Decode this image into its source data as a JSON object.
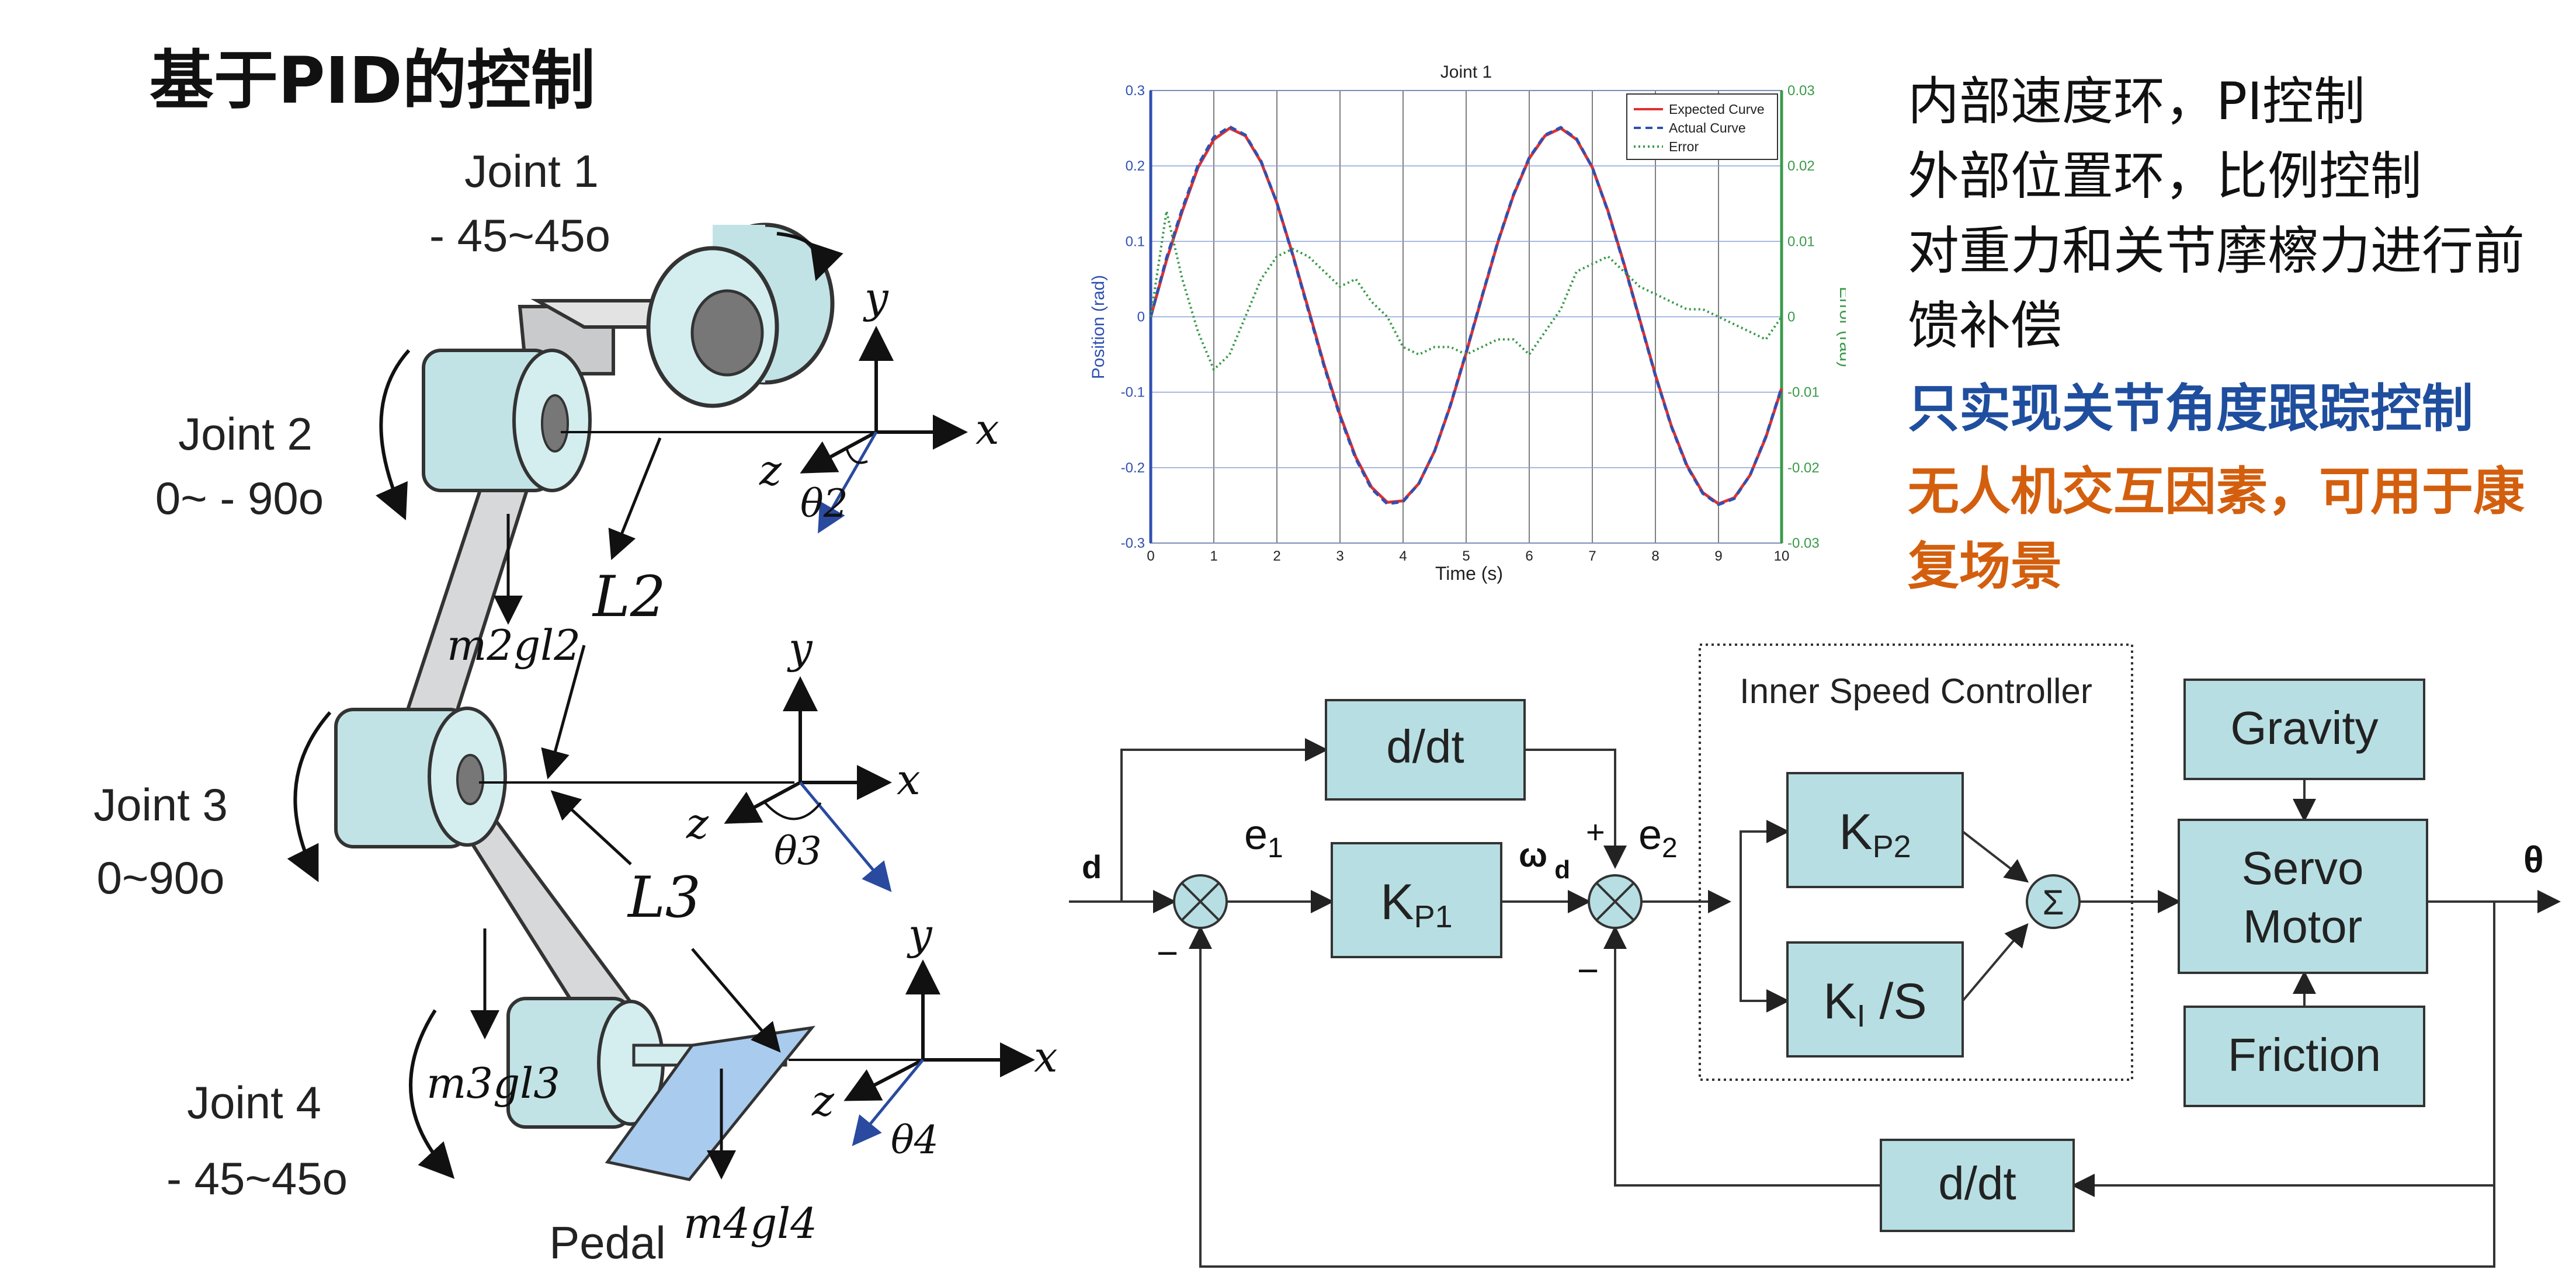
{
  "title": "基于PID的控制",
  "bullets": [
    {
      "text": "内部速度环，PI控制",
      "style": "normal"
    },
    {
      "text": "外部位置环，比例控制",
      "style": "normal"
    },
    {
      "text": "对重力和关节摩檫力进行前馈补偿",
      "style": "normal"
    },
    {
      "text": "只实现关节角度跟踪控制",
      "style": "blue"
    },
    {
      "text": "无人机交互因素，可用于康复场景",
      "style": "orange"
    }
  ],
  "robot": {
    "joint1": {
      "name": "Joint 1",
      "range": "- 45~45o"
    },
    "joint2": {
      "name": "Joint 2",
      "range": "0~ - 90o"
    },
    "joint3": {
      "name": "Joint 3",
      "range": "0~90o"
    },
    "joint4": {
      "name": "Joint 4",
      "range": "- 45~45o"
    },
    "pedal": "Pedal",
    "labels": {
      "L2": "L2",
      "L3": "L3",
      "m2gl2": "m2gl2",
      "m3gl3": "m3gl3",
      "m4gl4": "m4gl4",
      "theta2": "θ2",
      "theta3": "θ3",
      "theta4": "θ4",
      "x": "x",
      "y": "y",
      "z": "z"
    }
  },
  "block_diagram": {
    "input": "d",
    "output": "θ",
    "e1": "e1",
    "e2": "e2",
    "omega_d": "ω d",
    "plus": "+",
    "minus": "−",
    "inner_title": "Inner Speed Controller",
    "blocks": {
      "ddt_top": "d/dt",
      "kp1": "KP1",
      "kp2": "KP2",
      "ki": "KI /S",
      "sum": "Σ",
      "gravity": "Gravity",
      "servo": "Servo Motor",
      "friction": "Friction",
      "ddt_bottom": "d/dt"
    },
    "colors": {
      "block_fill": "#b7dfe3",
      "block_stroke": "#333333"
    }
  },
  "chart_data": {
    "type": "line",
    "title": "Joint 1",
    "xlabel": "Time (s)",
    "ylabel": "Position (rad)",
    "y2label": "Error (rad)",
    "xlim": [
      0,
      10
    ],
    "ylim": [
      -0.3,
      0.3
    ],
    "y2lim": [
      -0.03,
      0.03
    ],
    "xticks": [
      0,
      1,
      2,
      3,
      4,
      5,
      6,
      7,
      8,
      9,
      10
    ],
    "yticks": [
      0.3,
      0.2,
      0.1,
      0,
      -0.1,
      -0.2,
      -0.3
    ],
    "y2ticks": [
      0.03,
      0.02,
      0.01,
      0,
      -0.01,
      -0.02,
      -0.03
    ],
    "legend_position": "top-right",
    "grid": true,
    "x": [
      0,
      0.25,
      0.5,
      0.75,
      1,
      1.25,
      1.5,
      1.75,
      2,
      2.25,
      2.5,
      2.75,
      3,
      3.25,
      3.5,
      3.75,
      4,
      4.25,
      4.5,
      4.75,
      5,
      5.25,
      5.5,
      5.75,
      6,
      6.25,
      6.5,
      6.75,
      7,
      7.25,
      7.5,
      7.75,
      8,
      8.25,
      8.5,
      8.75,
      9,
      9.25,
      9.5,
      9.75,
      10
    ],
    "series": [
      {
        "name": "Expected Curve",
        "axis": "left",
        "color": "#e03030",
        "style": "solid",
        "values": [
          0,
          0.075,
          0.14,
          0.198,
          0.235,
          0.25,
          0.24,
          0.205,
          0.151,
          0.083,
          0.01,
          -0.064,
          -0.13,
          -0.186,
          -0.226,
          -0.246,
          -0.244,
          -0.221,
          -0.178,
          -0.118,
          -0.048,
          0.026,
          0.098,
          0.161,
          0.21,
          0.24,
          0.25,
          0.235,
          0.198,
          0.14,
          0.071,
          -0.003,
          -0.077,
          -0.144,
          -0.197,
          -0.233,
          -0.248,
          -0.24,
          -0.21,
          -0.16,
          -0.095
        ]
      },
      {
        "name": "Actual Curve",
        "axis": "left",
        "color": "#3050b0",
        "style": "dashed",
        "values": [
          0,
          0.078,
          0.143,
          0.201,
          0.238,
          0.252,
          0.241,
          0.206,
          0.151,
          0.082,
          0.008,
          -0.066,
          -0.132,
          -0.188,
          -0.228,
          -0.248,
          -0.245,
          -0.221,
          -0.178,
          -0.117,
          -0.047,
          0.027,
          0.099,
          0.162,
          0.211,
          0.241,
          0.251,
          0.236,
          0.198,
          0.139,
          0.07,
          -0.004,
          -0.078,
          -0.145,
          -0.198,
          -0.234,
          -0.249,
          -0.241,
          -0.21,
          -0.159,
          -0.094
        ]
      },
      {
        "name": "Error",
        "axis": "right",
        "color": "#3a9a4a",
        "style": "dotted",
        "values": [
          0,
          0.014,
          0.005,
          -0.002,
          -0.007,
          -0.005,
          0,
          0.005,
          0.008,
          0.009,
          0.008,
          0.006,
          0.004,
          0.005,
          0.002,
          0,
          -0.004,
          -0.005,
          -0.004,
          -0.004,
          -0.005,
          -0.004,
          -0.003,
          -0.003,
          -0.005,
          -0.002,
          0.001,
          0.006,
          0.007,
          0.008,
          0.006,
          0.004,
          0.003,
          0.002,
          0.001,
          0.001,
          0,
          -0.001,
          -0.002,
          -0.003,
          0
        ]
      }
    ]
  }
}
